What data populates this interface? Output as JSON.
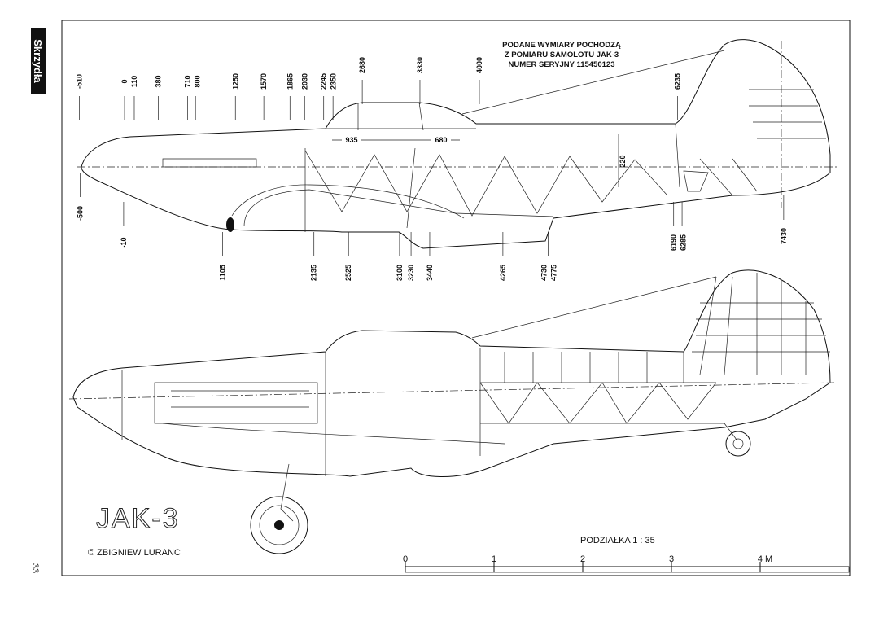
{
  "publication_logo": "Skrzydła",
  "page_number": "33",
  "note_lines": [
    "PODANE WYMIARY POCHODZĄ",
    "Z POMIARU SAMOLOTU JAK-3",
    "NUMER SERYJNY 115450123"
  ],
  "top_dimensions": [
    "-510",
    "0",
    "110",
    "380",
    "710",
    "800",
    "1250",
    "1570",
    "1865",
    "2030",
    "2245",
    "2350",
    "2680",
    "3330",
    "4000",
    "6235"
  ],
  "bottom_dimensions": [
    "-500",
    "-10",
    "1105",
    "2135",
    "2525",
    "3100",
    "3230",
    "3440",
    "4265",
    "4730",
    "4775",
    "6190",
    "6285",
    "7430"
  ],
  "inline_dimensions": {
    "canopy_front": "935",
    "canopy_rear": "680",
    "height": "220"
  },
  "aircraft_title": "JAK-3",
  "copyright": "© ZBIGNIEW LURANC",
  "scale_label": "PODZIAŁKA  1 : 35",
  "scale_ticks": [
    "0",
    "1",
    "2",
    "3",
    "4 M"
  ]
}
